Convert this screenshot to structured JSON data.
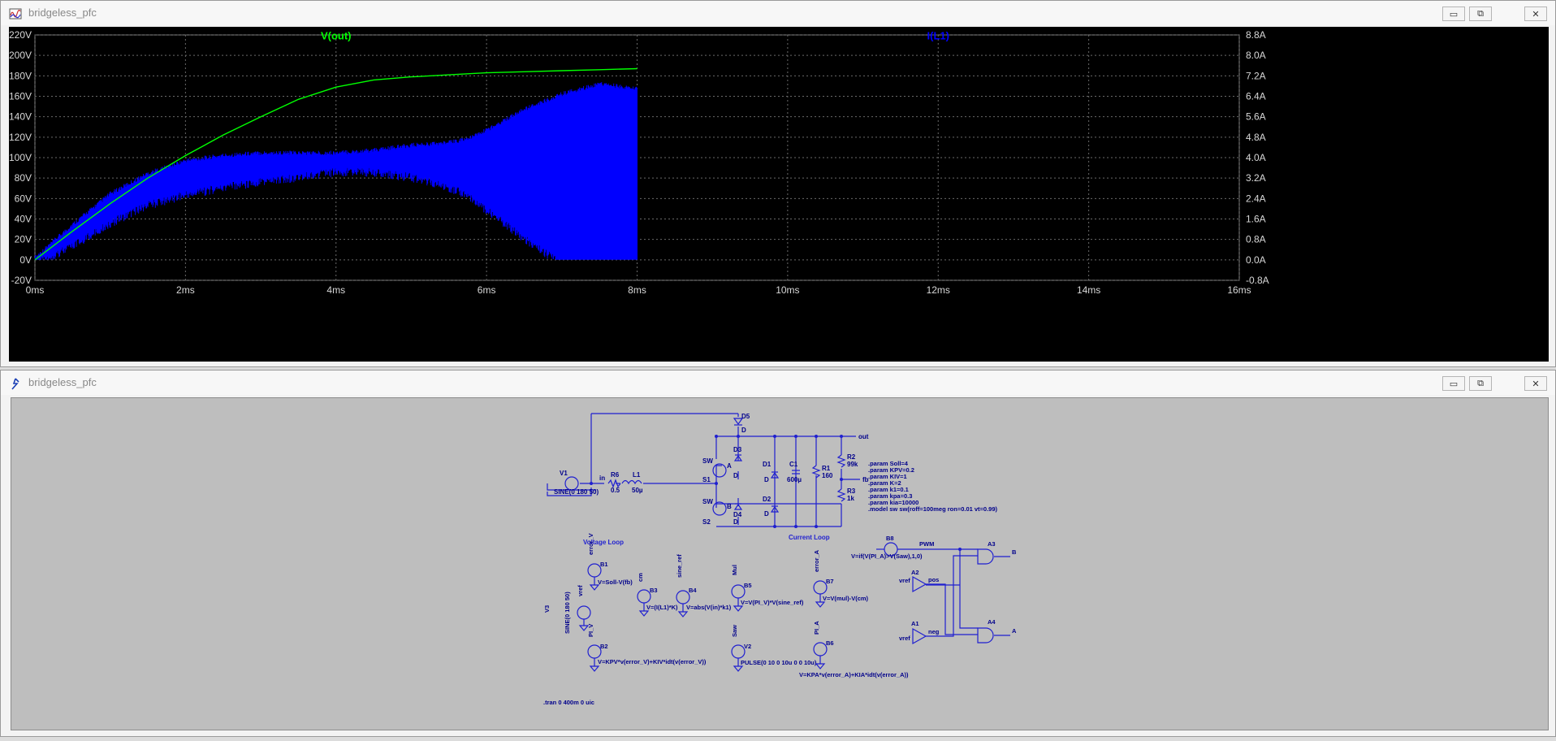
{
  "plot_window": {
    "title": "bridgeless_pfc",
    "buttons": {
      "minimize": "▭",
      "restore": "⧉",
      "close": "✕"
    }
  },
  "schematic_window": {
    "title": "bridgeless_pfc",
    "buttons": {
      "minimize": "▭",
      "restore": "⧉",
      "close": "✕"
    }
  },
  "chart_data": {
    "type": "line",
    "x_ticks": [
      "0ms",
      "2ms",
      "4ms",
      "6ms",
      "8ms",
      "10ms",
      "12ms",
      "14ms",
      "16ms"
    ],
    "xlim": [
      0,
      16
    ],
    "left_ticks": [
      "220V",
      "200V",
      "180V",
      "160V",
      "140V",
      "120V",
      "100V",
      "80V",
      "60V",
      "40V",
      "20V",
      "0V",
      "-20V"
    ],
    "ylim_left": [
      -20,
      220
    ],
    "right_ticks": [
      "8.8A",
      "8.0A",
      "7.2A",
      "6.4A",
      "5.6A",
      "4.8A",
      "4.0A",
      "3.2A",
      "2.4A",
      "1.6A",
      "0.8A",
      "0.0A",
      "-0.8A"
    ],
    "ylim_right": [
      -0.8,
      8.8
    ],
    "grid": true,
    "series": [
      {
        "name": "V(out)",
        "color": "#00ff00",
        "axis": "left",
        "x": [
          0,
          0.5,
          1,
          1.5,
          2,
          2.5,
          3,
          3.5,
          4,
          4.5,
          5,
          5.5,
          6,
          6.5,
          7,
          7.5,
          8
        ],
        "y": [
          0,
          28,
          55,
          80,
          102,
          122,
          140,
          157,
          169,
          176,
          179,
          181,
          183,
          184,
          185,
          186,
          187
        ]
      },
      {
        "name": "I(L1)",
        "color": "#0000ff",
        "axis": "right",
        "envelope_x": [
          0,
          0.5,
          1,
          1.5,
          2,
          2.5,
          3,
          3.5,
          4,
          4.5,
          5,
          5.5,
          5.8,
          6,
          6.5,
          7,
          7.5,
          8
        ],
        "upper": [
          0,
          1.3,
          2.5,
          3.3,
          3.8,
          4.0,
          4.1,
          4.1,
          4.1,
          4.2,
          4.4,
          4.5,
          4.7,
          5.0,
          5.8,
          6.4,
          6.8,
          6.6
        ],
        "lower": [
          0,
          0.7,
          1.6,
          2.3,
          2.7,
          3.0,
          3.2,
          3.4,
          3.6,
          3.6,
          3.4,
          3.0,
          2.6,
          2.1,
          1.0,
          0.0,
          0.0,
          0.0
        ]
      }
    ]
  },
  "schematic": {
    "components": {
      "V1": "V1",
      "V1_value": "SINE(0 180 50)",
      "in": "in",
      "R6": "R6",
      "R6_value": "0.5",
      "L1": "L1",
      "L1_value": "50µ",
      "D5": "D5",
      "D5_model": "D",
      "D3": "D3",
      "D3_model": "D",
      "D4": "D4",
      "D4_model": "D",
      "S1": "S1",
      "S1_model": "SW",
      "S2": "S2",
      "S2_model": "SW",
      "A_node": "A",
      "B_node": "B",
      "D1": "D1",
      "D1_model": "D",
      "D2": "D2",
      "D2_model": "D",
      "C1": "C1",
      "C1_value": "600µ",
      "R1": "R1",
      "R1_value": "160",
      "R2": "R2",
      "R2_value": "99k",
      "R3": "R3",
      "R3_value": "1k",
      "out": "out",
      "fb": "fb"
    },
    "params": [
      ".param Soll=4",
      ".param KPV=0.2",
      ".param KIV=1",
      ".param K=2",
      ".param k1=0.1",
      ".param kpa=0.3",
      ".param kia=10000",
      ".model sw sw(roff=100meg ron=0.01 vt=0.99)"
    ],
    "voltage_loop": {
      "title": "Voltage Loop",
      "B1": "B1",
      "B1_net": "error_V",
      "B1_expr": "V=Soll-V(fb)",
      "B2": "B2",
      "B2_net": "PI_V",
      "B2_expr": "V=KPV*v(error_V)+KIV*idt(v(error_V))",
      "B3": "B3",
      "B3_net": "cm",
      "B3_expr": "V=(I(L1)*K)",
      "B4": "B4",
      "B4_net": "sine_ref",
      "B4_expr": "V=abs(V(in)*k1)",
      "V3": "V3",
      "V3_net": "vref",
      "V3_value": "SINE(0 180 50)"
    },
    "mid": {
      "B5": "B5",
      "B5_net": "Mul",
      "B5_expr": "V=V(PI_V)*V(sine_ref)",
      "V2": "V2",
      "V2_net": "Saw",
      "V2_value": "PULSE(0 10 0 10u 0 0 10u)"
    },
    "current_loop": {
      "title": "Current Loop",
      "B7": "B7",
      "B7_net": "error_A",
      "B7_expr": "V=V(mul)-V(cm)",
      "B6": "B6",
      "B6_net": "PI_A",
      "B6_expr": "V=KPA*v(error_A)+KIA*idt(v(error_A))"
    },
    "logic": {
      "B8": "B8",
      "B8_expr": "V=if(V(PI_A)>V(Saw),1,0)",
      "pwm": "PWM",
      "A1": "A1",
      "A2": "A2",
      "A3": "A3",
      "A4": "A4",
      "pos": "pos",
      "neg": "neg",
      "vref1": "vref",
      "vref2": "vref",
      "outB": "B",
      "outA": "A"
    },
    "tran": ".tran 0 400m 0 uic"
  }
}
